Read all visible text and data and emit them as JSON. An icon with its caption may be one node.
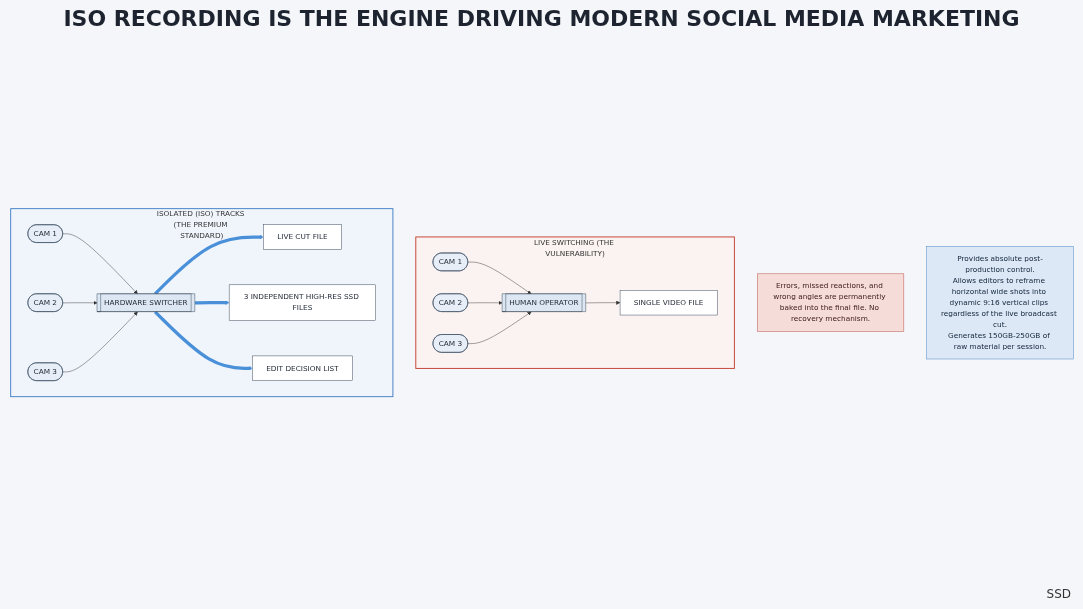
{
  "diagram": {
    "title": "ISO RECORDING IS THE ENGINE DRIVING MODERN SOCIAL MEDIA MARKETING",
    "nodes": [
      {
        "text": [
          "LIVE SWITCHING (THE VULNERABILITY)"
        ]
      },
      {
        "text": [
          "CAM 1"
        ],
        "in": 0
      },
      {
        "text": [
          "CAM 2"
        ],
        "in": 0
      },
      {
        "text": [
          "CAM 3"
        ],
        "in": 0
      },
      {
        "text": [
          "HUMAN OPERATOR"
        ],
        "in": 0
      },
      {
        "text": [
          "SINGLE VIDEO FILE"
        ],
        "in": 0
      },
      {
        "text": [
          "Errors, missed reactions, and wrong angles are permanently baked into the final file. No recovery mechanism."
        ]
      },
      {
        "text": [
          "ISOLATED (ISO) TRACKS (THE PREMIUM STANDARD)"
        ]
      },
      {
        "text": [
          "CAM 1"
        ],
        "in": 7
      },
      {
        "text": [
          "CAM 2"
        ],
        "in": 7
      },
      {
        "text": [
          "CAM 3"
        ],
        "in": 7
      },
      {
        "text": [
          "HARDWARE SWITCHER"
        ],
        "in": 7
      },
      {
        "text": [
          "LIVE CUT FILE"
        ],
        "in": 7
      },
      {
        "text": [
          "3 INDEPENDENT HIGH-RES SSD FILES"
        ],
        "in": 7
      },
      {
        "text": [
          "EDIT DECISION LIST"
        ],
        "in": 7
      },
      {
        "text": [
          "Provides absolute post-production control.",
          "Allows editors to reframe horizontal wide shots into dynamic 9:16 vertical clips regardless of the live broadcast cut.",
          "Generates 150GB-250GB of raw material per session."
        ]
      }
    ],
    "edges": [
      {
        "from": 1,
        "to": 4,
        "arrow": "to"
      },
      {
        "from": 2,
        "to": 4,
        "arrow": "to"
      },
      {
        "from": 3,
        "to": 4,
        "arrow": "to"
      },
      {
        "from": 4,
        "to": 5,
        "arrow": "to"
      },
      {
        "from": 8,
        "to": 11,
        "arrow": "to"
      },
      {
        "from": 9,
        "to": 11,
        "arrow": "to"
      },
      {
        "from": 10,
        "to": 11,
        "arrow": "to"
      },
      {
        "from": 11,
        "to": 12,
        "arrow": "to",
        "style": "thick",
        "color": "#4a90d9"
      },
      {
        "from": 11,
        "to": 13,
        "arrow": "to",
        "style": "thick",
        "color": "#4a90d9"
      },
      {
        "from": 11,
        "to": 14,
        "arrow": "to",
        "style": "thick",
        "color": "#4a90d9"
      }
    ],
    "labels": [
      "SSD"
    ]
  }
}
